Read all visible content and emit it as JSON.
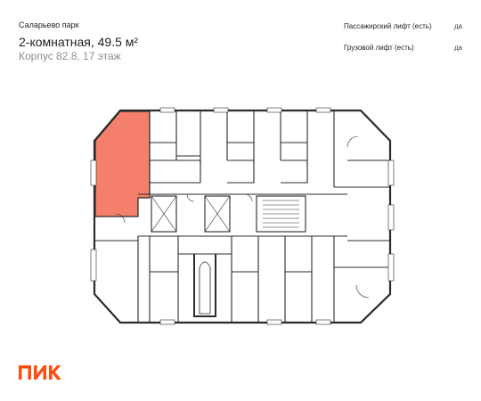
{
  "header": {
    "project": "Саларьево парк",
    "title": "2-комнатная, 49.5 м²",
    "subtitle": "Корпус 82.8, 17 этаж"
  },
  "features": [
    {
      "label": "Пассажирский лифт (есть)",
      "value": "да"
    },
    {
      "label": "Грузовой лифт (есть)",
      "value": "да"
    }
  ],
  "plan": {
    "icon": "floor-plan",
    "highlight_color": "#f4806b"
  },
  "logo": {
    "text": "ПИК",
    "color": "#ff4d12"
  }
}
